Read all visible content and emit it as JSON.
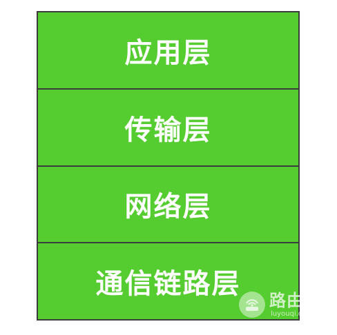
{
  "layers": [
    {
      "label": "应用层"
    },
    {
      "label": "传输层"
    },
    {
      "label": "网络层"
    },
    {
      "label": "通信链路层"
    }
  ],
  "colors": {
    "layer_fill": "#55cc2f",
    "border": "#3b3b3b",
    "label_text": "#ffffff"
  },
  "watermark": {
    "text": "路由器",
    "url": "luyouqi.com",
    "icon": "router-logo-icon"
  }
}
